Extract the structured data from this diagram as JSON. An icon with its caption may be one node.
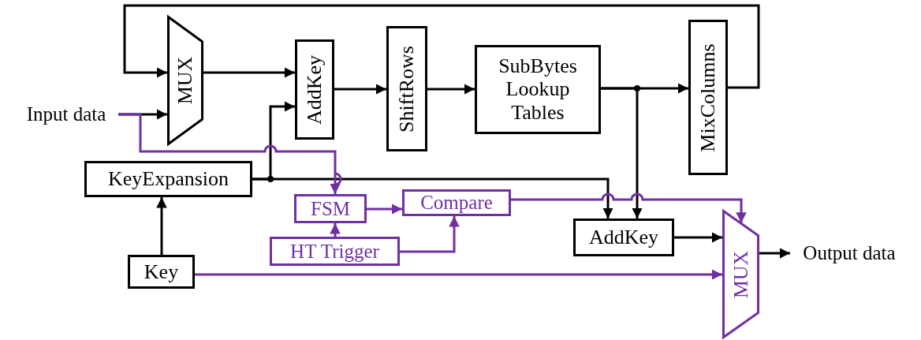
{
  "diagram": {
    "nodes": [
      {
        "text": [
          "Input data"
        ]
      },
      {
        "text": [
          "MUX"
        ]
      },
      {
        "text": [
          "AddKey"
        ]
      },
      {
        "text": [
          "ShiftRows"
        ]
      },
      {
        "text": [
          "SubBytes Lookup Tables"
        ]
      },
      {
        "text": [
          "MixColumns"
        ]
      },
      {
        "text": [
          "KeyExpansion"
        ]
      },
      {
        "text": [
          "FSM"
        ]
      },
      {
        "text": [
          "Compare"
        ]
      },
      {
        "text": [
          "HT Trigger"
        ]
      },
      {
        "text": [
          "Key"
        ]
      },
      {
        "text": [
          "AddKey"
        ]
      },
      {
        "text": [
          "MUX"
        ]
      },
      {
        "text": [
          "Output data"
        ]
      }
    ],
    "edges": [
      {
        "from": 0,
        "to": 1,
        "arrow": "to"
      },
      {
        "from": 5,
        "to": 1,
        "arrow": "to"
      },
      {
        "from": 1,
        "to": 2,
        "arrow": "to"
      },
      {
        "from": 6,
        "to": 2,
        "arrow": "to"
      },
      {
        "from": 6,
        "to": 11,
        "arrow": "to"
      },
      {
        "from": 2,
        "to": 3,
        "arrow": "to"
      },
      {
        "from": 3,
        "to": 4,
        "arrow": "to"
      },
      {
        "from": 4,
        "to": 5,
        "arrow": "to"
      },
      {
        "from": 4,
        "to": 11,
        "arrow": "to"
      },
      {
        "from": 0,
        "to": 7,
        "arrow": "to",
        "color": "#7030a0"
      },
      {
        "from": 9,
        "to": 7,
        "arrow": "to",
        "color": "#7030a0"
      },
      {
        "from": 7,
        "to": 8,
        "arrow": "to",
        "color": "#7030a0"
      },
      {
        "from": 9,
        "to": 8,
        "arrow": "to",
        "color": "#7030a0"
      },
      {
        "from": 8,
        "to": 12,
        "arrow": "to",
        "color": "#7030a0"
      },
      {
        "from": 10,
        "to": 12,
        "arrow": "to",
        "color": "#7030a0"
      },
      {
        "from": 10,
        "to": 6,
        "arrow": "to"
      },
      {
        "from": 11,
        "to": 12,
        "arrow": "to"
      },
      {
        "from": 12,
        "to": 13,
        "arrow": "to"
      }
    ]
  }
}
